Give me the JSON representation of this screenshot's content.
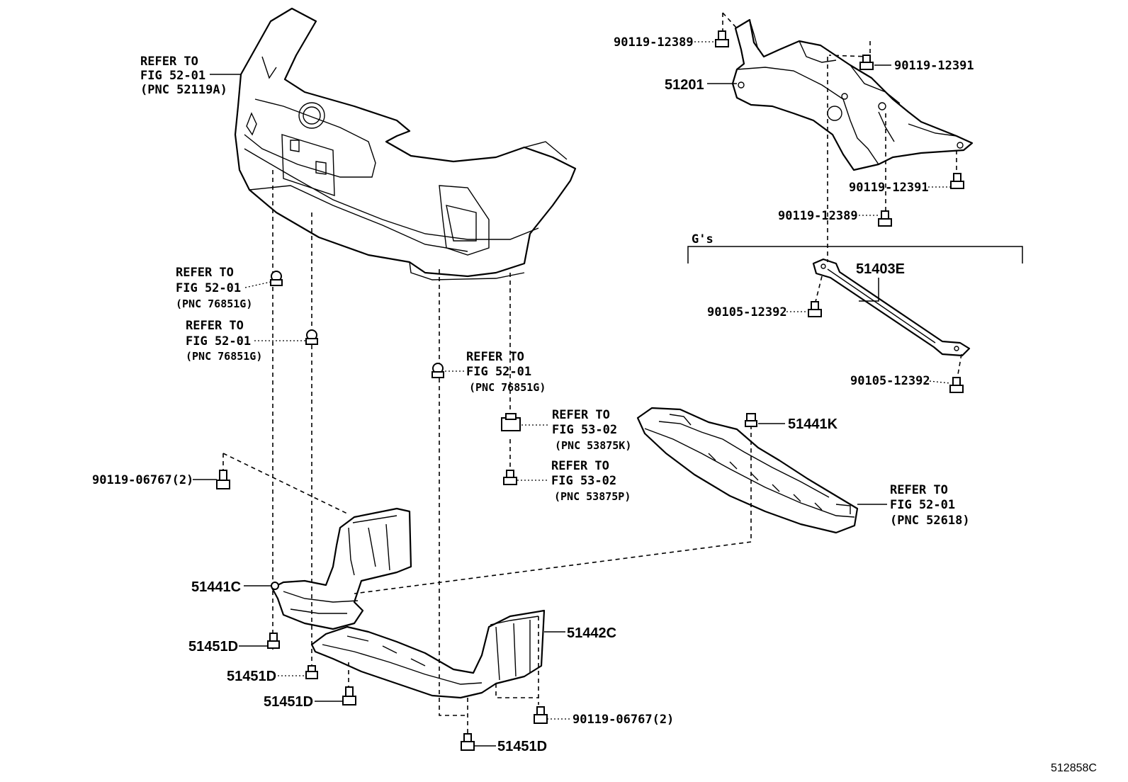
{
  "diagram_id": "512858C",
  "group_label": "G's",
  "labels": {
    "bumper_ref": [
      "REFER TO",
      "FIG 52-01",
      "(PNC 52119A)"
    ],
    "ref_76851g_a": [
      "REFER TO",
      "FIG 52-01",
      "(PNC 76851G)"
    ],
    "ref_76851g_b": [
      "REFER TO",
      "FIG 52-01",
      "(PNC 76851G)"
    ],
    "ref_76851g_c": [
      "REFER TO",
      "FIG 52-01",
      "(PNC 76851G)"
    ],
    "ref_53875k": [
      "REFER TO",
      "FIG 53-02",
      "(PNC 53875K)"
    ],
    "ref_53875p": [
      "REFER TO",
      "FIG 53-02",
      "(PNC 53875P)"
    ],
    "ref_52618": [
      "REFER TO",
      "FIG 52-01",
      "(PNC 52618)"
    ]
  },
  "part_numbers": {
    "p90119_12389_top": "90119-12389",
    "p90119_12391_top": "90119-12391",
    "p51201": "51201",
    "p90119_12391_right": "90119-12391",
    "p90119_12389_bottom": "90119-12389",
    "p51403E": "51403E",
    "p90105_12392_left": "90105-12392",
    "p90105_12392_right": "90105-12392",
    "p51441K": "51441K",
    "p90119_06767_left": "90119-06767(2)",
    "p51441C": "51441C",
    "p51451D_1": "51451D",
    "p51451D_2": "51451D",
    "p51451D_3": "51451D",
    "p51442C": "51442C",
    "p90119_06767_right": "90119-06767(2)",
    "p51451D_4": "51451D"
  }
}
